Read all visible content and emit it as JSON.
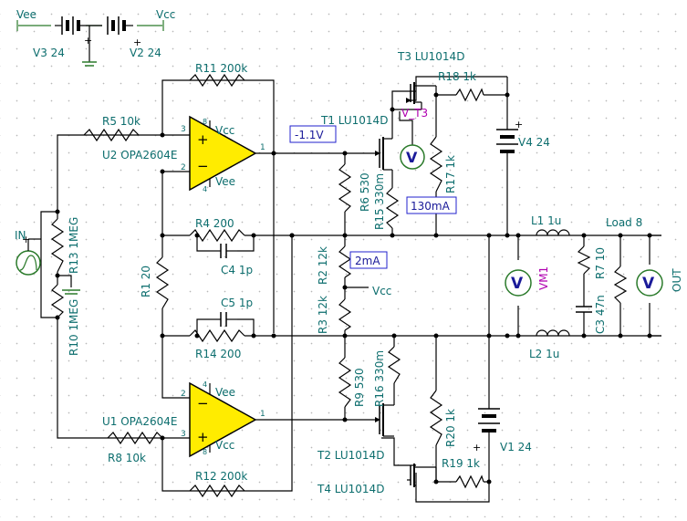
{
  "colors": {
    "wire": "#000000",
    "label": "#0d6e6e",
    "part": "#1a6aa8",
    "opamp_fill": "#ffec00",
    "probe_border": "#2222cc",
    "probe_text": "#1a1a99",
    "vm_text": "#b000b0"
  },
  "supplies": {
    "vee_net": "Vee",
    "vcc_net": "Vcc",
    "v3": "V3 24",
    "v2": "V2 24"
  },
  "feedback": {
    "r11": "R11 200k",
    "r12": "R12 200k",
    "r5": "R5 10k",
    "r8": "R8 10k",
    "r4": "R4 200",
    "r14": "R14 200",
    "c4": "C4 1p",
    "c5": "C5 1p",
    "r1": "R1 20"
  },
  "opamps": {
    "u2": "U2 OPA2604E",
    "u1": "U1 OPA2604E",
    "pin_vcc": "Vcc",
    "pin_vee": "Vee",
    "pin_plus": "+",
    "pin_minus": "−",
    "pin_1": "1",
    "pin_2": "2",
    "pin_3": "3",
    "pin_4": "4",
    "pin_8": "8"
  },
  "input": {
    "name": "IN",
    "r13": "R13 1MEG",
    "r10": "R10 1MEG"
  },
  "output_stage": {
    "t1": "T1 LU1014D",
    "t2": "T2 LU1014D",
    "t3": "T3 LU1014D",
    "t4": "T4 LU1014D",
    "r6": "R6 530",
    "r9": "R9 530",
    "r15": "R15 330m",
    "r16": "R16 330m",
    "r17": "R17 1k",
    "r18": "R18 1k",
    "r19": "R19 1k",
    "r20": "R20 1k",
    "r2": "R2 12k",
    "r3": "R3 12k",
    "vcc_tap": "Vcc",
    "v4": "V4 24",
    "v1": "V1 24",
    "node_vt3": "V_T3"
  },
  "probes": {
    "neg": "-1.1V",
    "current1": "130mA",
    "current2": "2mA"
  },
  "load": {
    "l1": "L1 1u",
    "l2": "L2 1u",
    "r7": "R7 10",
    "c3": "C3 47n",
    "load_title": "Load 8",
    "vm1": "VM1",
    "out": "OUT"
  }
}
